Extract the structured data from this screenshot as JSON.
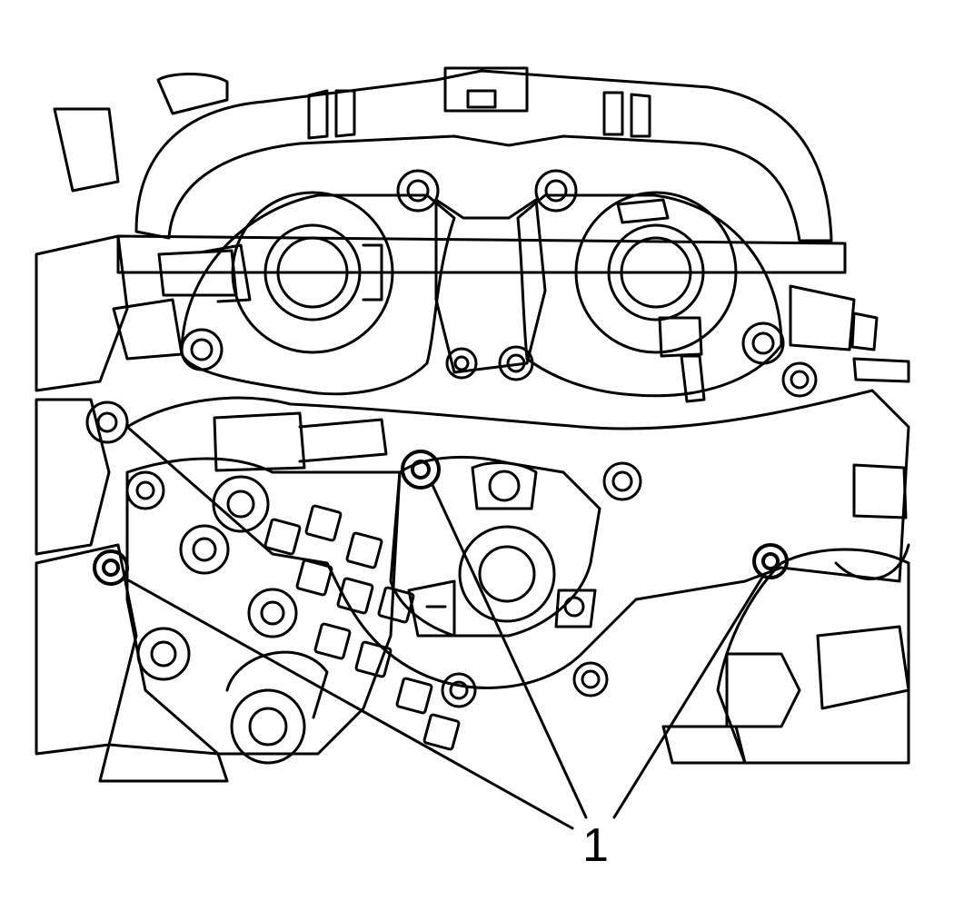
{
  "callout": {
    "label": "1",
    "target_count": 3
  },
  "colors": {
    "line": "#000000",
    "background": "#ffffff"
  },
  "subject_icon": "engine-front-cover-illustration"
}
